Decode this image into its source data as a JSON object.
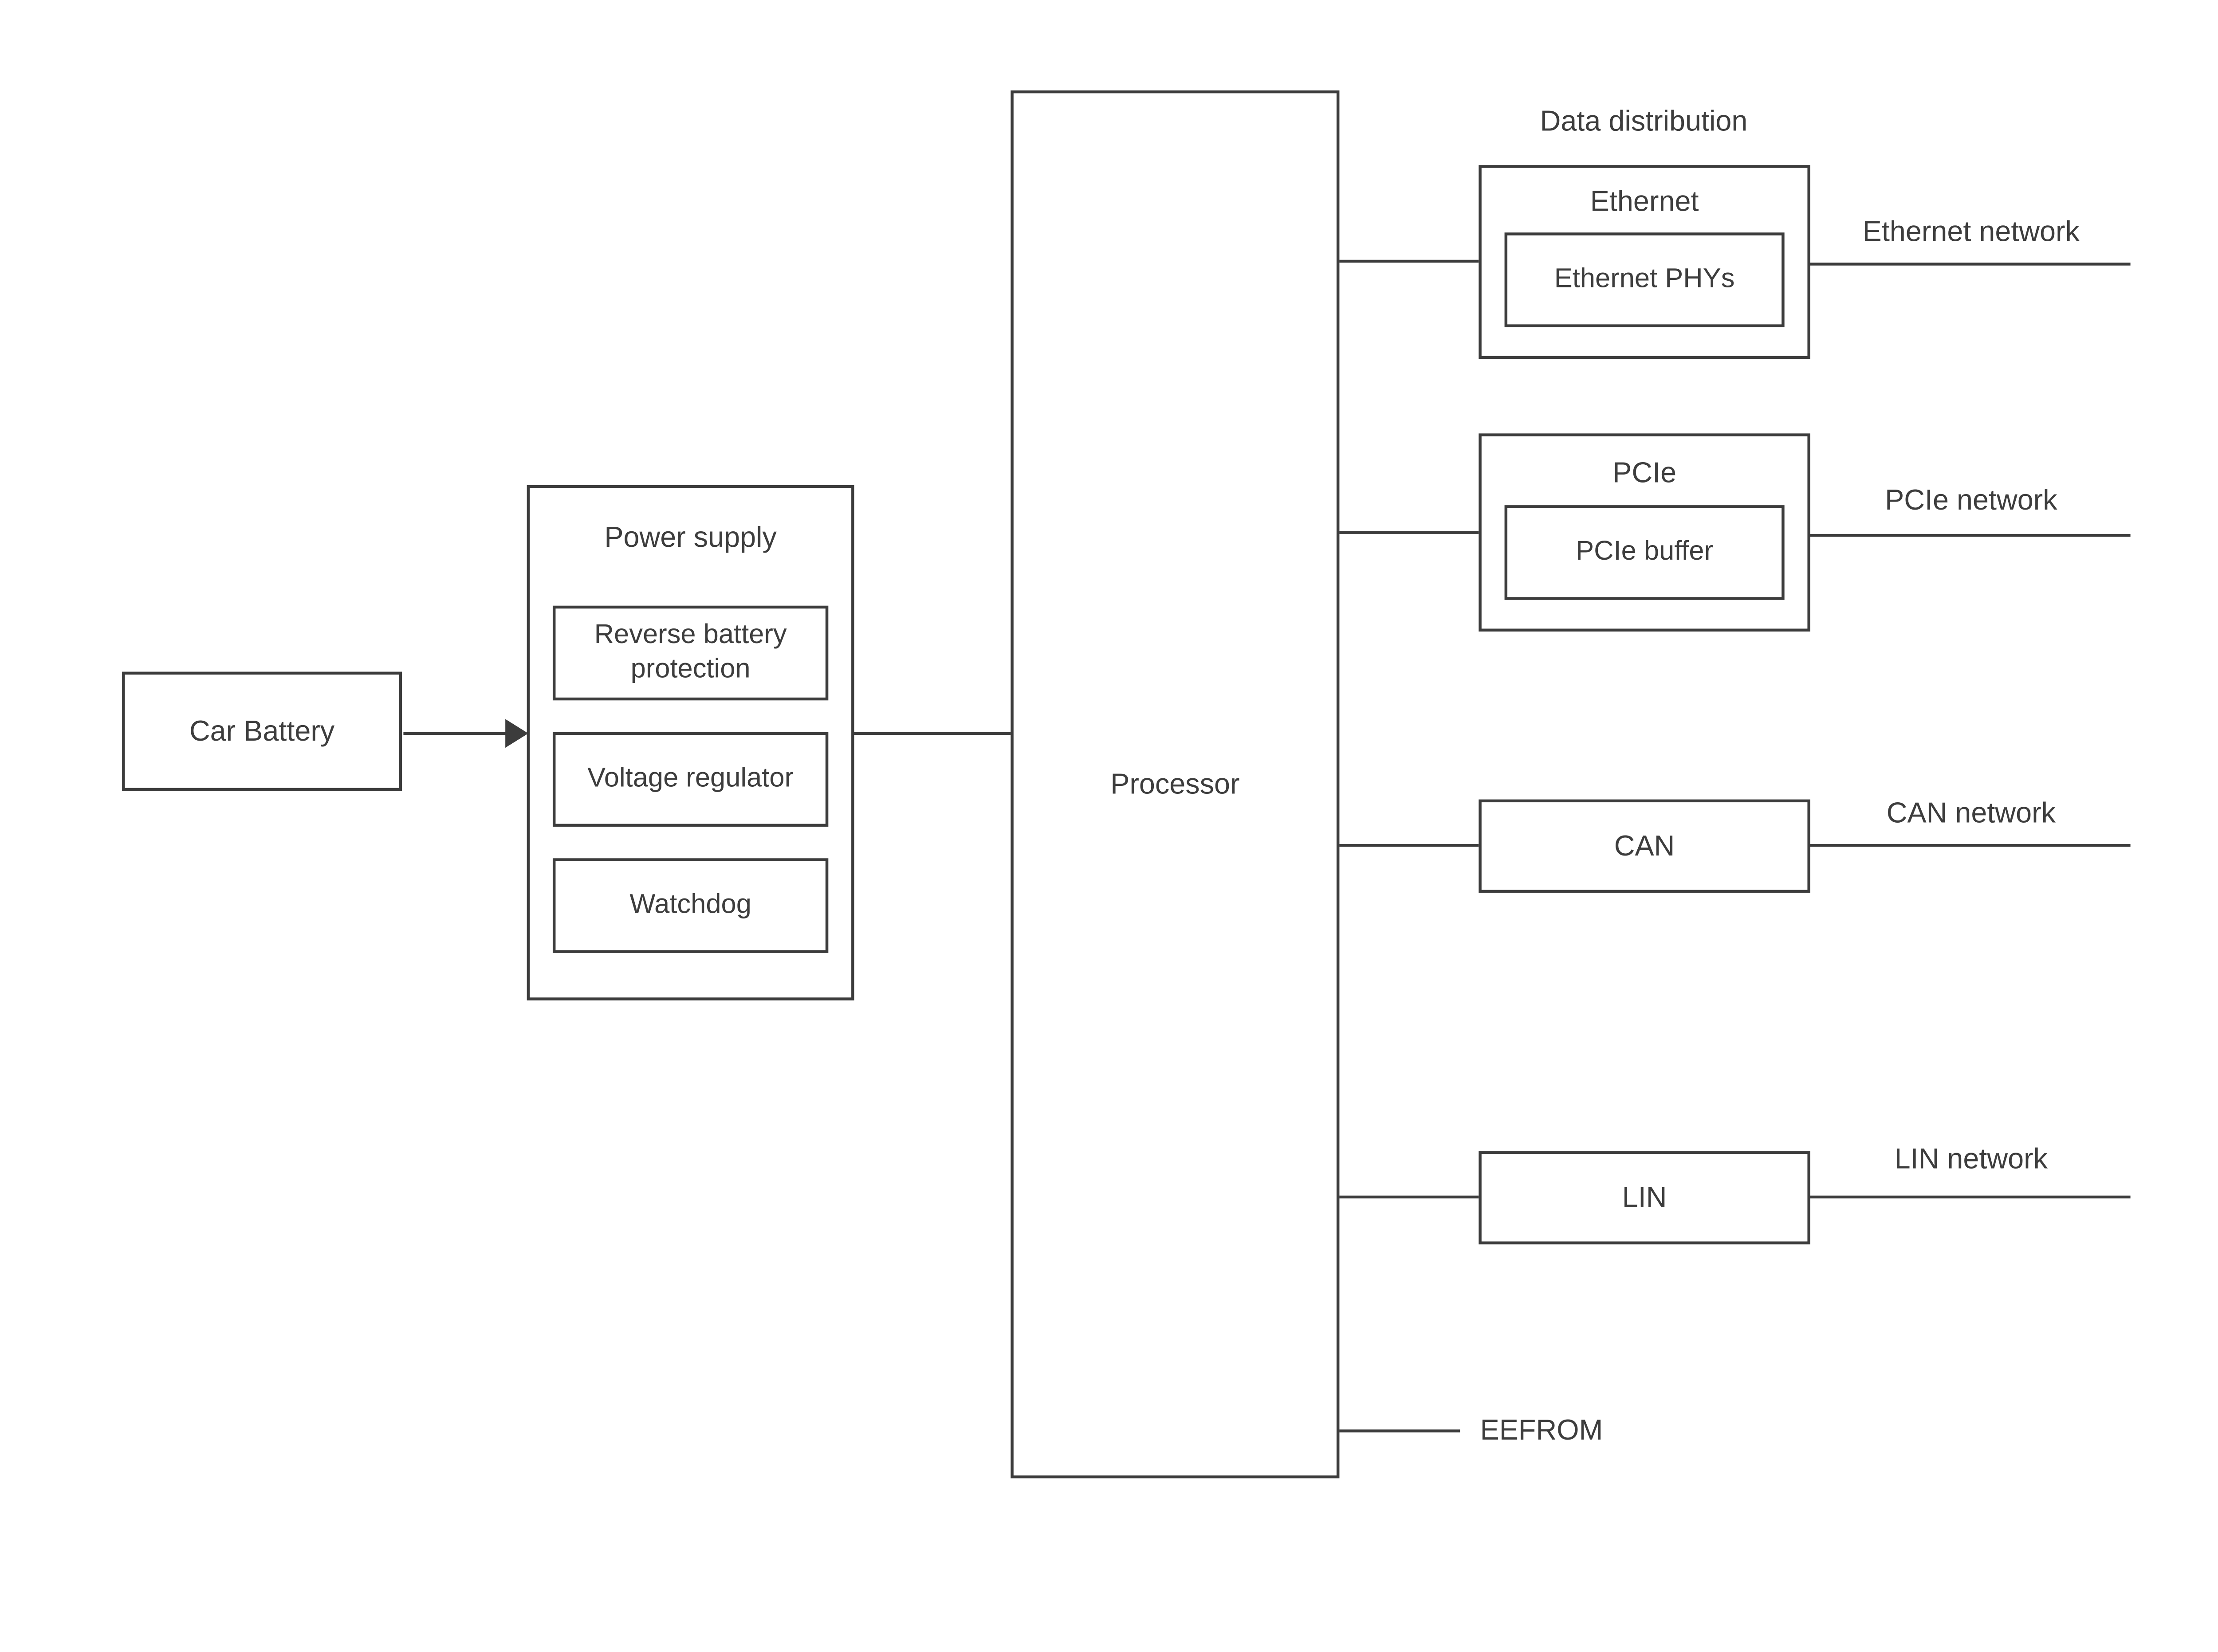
{
  "colors": {
    "background": "#ffffff",
    "stroke": "#3c3c3c",
    "text": "#3d3d3d"
  },
  "blocks": {
    "car_battery": {
      "label": "Car Battery"
    },
    "power_supply": {
      "title": "Power supply",
      "items": [
        {
          "label": "Reverse battery protection"
        },
        {
          "label": "Voltage regulator"
        },
        {
          "label": "Watchdog"
        }
      ]
    },
    "processor": {
      "label": "Processor"
    },
    "data_distribution": {
      "label": "Data distribution"
    },
    "interfaces": [
      {
        "id": "ethernet",
        "title": "Ethernet",
        "inner": "Ethernet PHYs",
        "network": "Ethernet network"
      },
      {
        "id": "pcie",
        "title": "PCIe",
        "inner": "PCIe buffer",
        "network": "PCIe network"
      },
      {
        "id": "can",
        "title": "CAN",
        "network": "CAN network"
      },
      {
        "id": "lin",
        "title": "LIN",
        "network": "LIN network"
      }
    ],
    "memory": {
      "label": "EEFROM"
    }
  }
}
